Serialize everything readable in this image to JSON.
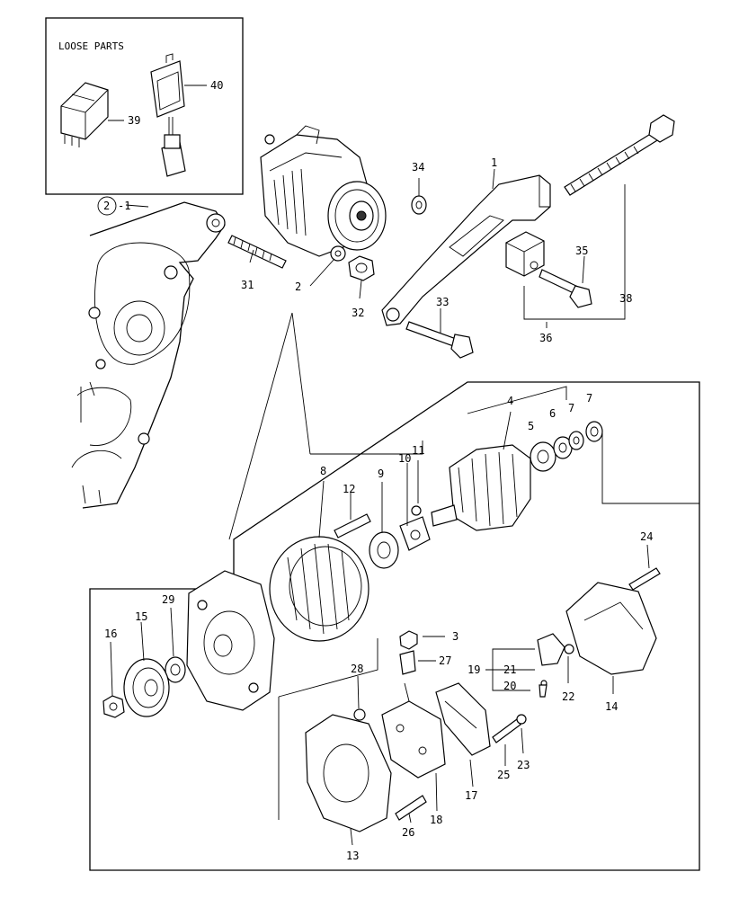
{
  "loose_parts": {
    "title": "LOOSE PARTS"
  },
  "callouts": {
    "c1": "1",
    "c2": "2",
    "c2_1": "-1",
    "c2_circle": "2",
    "c3": "3",
    "c4": "4",
    "c5": "5",
    "c6": "6",
    "c7a": "7",
    "c7b": "7",
    "c8": "8",
    "c9": "9",
    "c10": "10",
    "c11": "11",
    "c12": "12",
    "c13": "13",
    "c14": "14",
    "c15": "15",
    "c16": "16",
    "c17": "17",
    "c18": "18",
    "c19": "19",
    "c20": "20",
    "c21": "21",
    "c22": "22",
    "c23": "23",
    "c24": "24",
    "c25": "25",
    "c26": "26",
    "c27": "27",
    "c28": "28",
    "c29": "29",
    "c31": "31",
    "c32": "32",
    "c33": "33",
    "c34": "34",
    "c35": "35",
    "c36": "36",
    "c38": "38",
    "c39": "39",
    "c40": "40"
  }
}
